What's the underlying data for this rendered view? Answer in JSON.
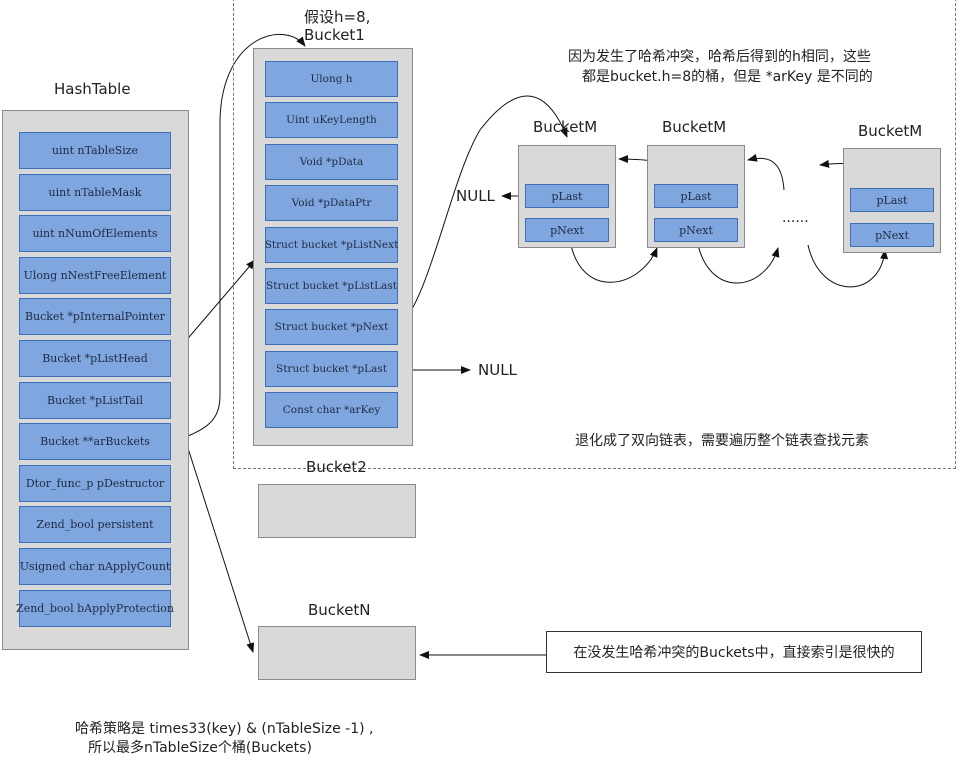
{
  "hashtable": {
    "title": "HashTable",
    "fields": [
      "uint nTableSize",
      "uint nTableMask",
      "uint nNumOfElements",
      "Ulong nNestFreeElement",
      "Bucket *pInternalPointer",
      "Bucket *pListHead",
      "Bucket *pListTail",
      "Bucket **arBuckets",
      "Dtor_func_p pDestructor",
      "Zend_bool persistent",
      "Usigned char nApplyCount",
      "Zend_bool bApplyProtection"
    ]
  },
  "bucket1": {
    "title_line1": "假设h=8,",
    "title_line2": "Bucket1",
    "fields": [
      "Ulong h",
      "Uint uKeyLength",
      "Void *pData",
      "Void *pDataPtr",
      "Struct bucket *pListNext",
      "Struct bucket *pListLast",
      "Struct bucket *pNext",
      "Struct bucket *pLast",
      "Const char *arKey"
    ]
  },
  "bucket2": {
    "title": "Bucket2"
  },
  "bucketN": {
    "title": "BucketN"
  },
  "collision": {
    "note_line1": "因为发生了哈希冲突，哈希后得到的h相同，这些",
    "note_line2": "都是bucket.h=8的桶，但是 *arKey 是不同的",
    "buckets": [
      {
        "title": "BucketM",
        "plast": "pLast",
        "pnext": "pNext"
      },
      {
        "title": "BucketM",
        "plast": "pLast",
        "pnext": "pNext"
      },
      {
        "title": "BucketM",
        "plast": "pLast",
        "pnext": "pNext"
      }
    ],
    "ellipsis": "......",
    "null_left": "NULL",
    "degrade_note": "退化成了双向链表，需要遍历整个链表查找元素"
  },
  "null_plast": "NULL",
  "fast_index_note": "在没发生哈希冲突的Buckets中，直接索引是很快的",
  "strategy": {
    "line1": "哈希策略是 times33(key) & (nTableSize -1) ,",
    "line2": "所以最多nTableSize个桶(Buckets)"
  }
}
